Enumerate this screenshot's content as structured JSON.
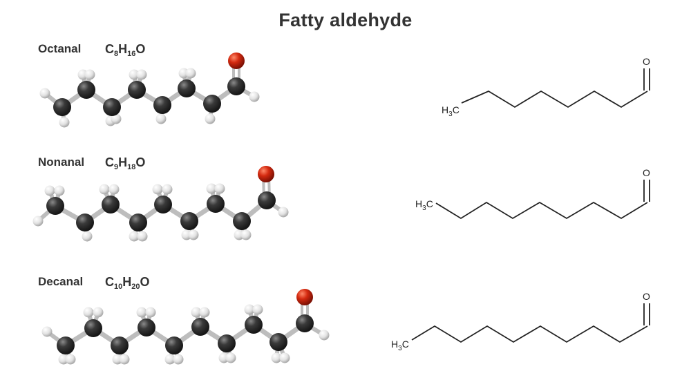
{
  "title": "Fatty aldehyde",
  "molecules": [
    {
      "name": "Octanal",
      "formula": {
        "c": "C",
        "c_n": "8",
        "h": "H",
        "h_n": "16",
        "o": "O"
      },
      "skeletal": {
        "methyl_h": "H",
        "methyl_n": "3",
        "methyl_c": "C",
        "oxygen": "O"
      }
    },
    {
      "name": "Nonanal",
      "formula": {
        "c": "C",
        "c_n": "9",
        "h": "H",
        "h_n": "18",
        "o": "O"
      },
      "skeletal": {
        "methyl_h": "H",
        "methyl_n": "3",
        "methyl_c": "C",
        "oxygen": "O"
      }
    },
    {
      "name": "Decanal",
      "formula": {
        "c": "C",
        "c_n": "10",
        "h": "H",
        "h_n": "20",
        "o": "O"
      },
      "skeletal": {
        "methyl_h": "H",
        "methyl_n": "3",
        "methyl_c": "C",
        "oxygen": "O"
      }
    }
  ],
  "colors": {
    "carbon": "#2b2b2b",
    "hydrogen": "#e6e6e6",
    "oxygen": "#c8200e",
    "bond": "#bdbdbd",
    "text": "#333333"
  }
}
